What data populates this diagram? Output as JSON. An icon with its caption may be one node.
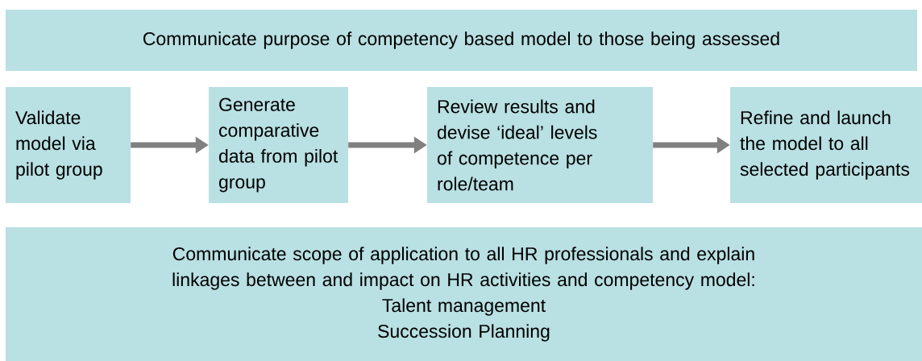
{
  "diagram": {
    "nodes": [
      {
        "text": [
          "Communicate purpose of competency based model to those being assessed"
        ]
      },
      {
        "text": [
          "Validate model via pilot group"
        ]
      },
      {
        "text": [
          "Generate comparative data from pilot group"
        ]
      },
      {
        "text": [
          "Review results and devise ‘ideal’ levels of competence per role/team"
        ]
      },
      {
        "text": [
          "Refine and launch the model to all selected participants"
        ]
      },
      {
        "text": [
          "Communicate scope of application to all HR professionals and explain linkages between and impact on HR activities and competency model:",
          "Talent management",
          "Succession Planning"
        ]
      }
    ],
    "edges": [
      {
        "from": 1,
        "to": 2,
        "arrow": "to"
      },
      {
        "from": 2,
        "to": 3,
        "arrow": "to"
      },
      {
        "from": 3,
        "to": 4,
        "arrow": "to"
      }
    ]
  }
}
